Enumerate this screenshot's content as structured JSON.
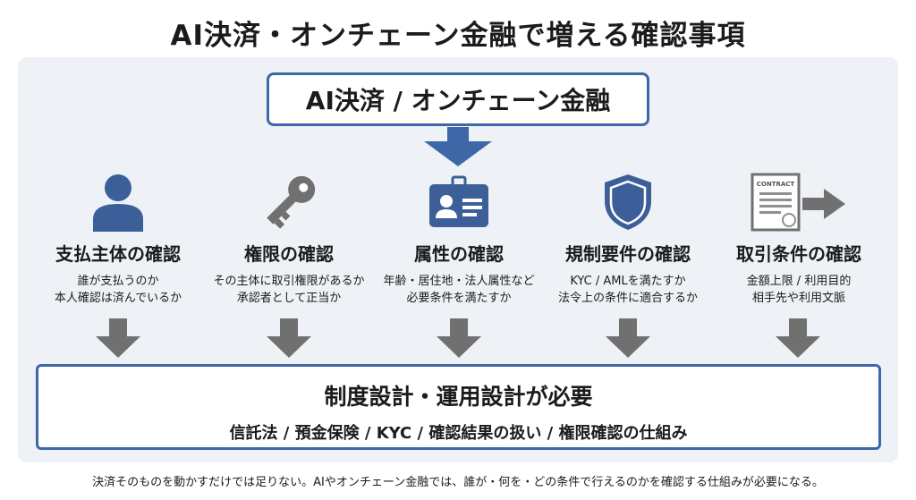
{
  "title": "AI決済・オンチェーン金融で増える確認事項",
  "top_box": "AI決済 / オンチェーン金融",
  "columns": [
    {
      "icon": "person-icon",
      "heading": "支払主体の確認",
      "line1": "誰が支払うのか",
      "line2": "本人確認は済んでいるか"
    },
    {
      "icon": "key-icon",
      "heading": "権限の確認",
      "line1": "その主体に取引権限があるか",
      "line2": "承認者として正当か"
    },
    {
      "icon": "id-card-icon",
      "heading": "属性の確認",
      "line1": "年齢・居住地・法人属性など",
      "line2": "必要条件を満たすか"
    },
    {
      "icon": "shield-icon",
      "heading": "規制要件の確認",
      "line1": "KYC / AMLを満たすか",
      "line2": "法令上の条件に適合するか"
    },
    {
      "icon": "contract-icon",
      "heading": "取引条件の確認",
      "line1": "金額上限 / 利用目的",
      "line2": "相手先や利用文脈",
      "icon_text": "CONTRACT"
    }
  ],
  "bottom_box": {
    "title": "制度設計・運用設計が必要",
    "subtitle": "信託法 / 預金保険 / KYC / 確認結果の扱い / 権限確認の仕組み"
  },
  "footer": "決済そのものを動かすだけでは足りない。AIやオンチェーン金融では、誰が・何を・どの条件で行えるのかを確認する仕組みが必要になる。",
  "colors": {
    "accent": "#3d67a7",
    "icon": "#3c5f99",
    "gray": "#707070",
    "panel": "#eef1f6"
  }
}
